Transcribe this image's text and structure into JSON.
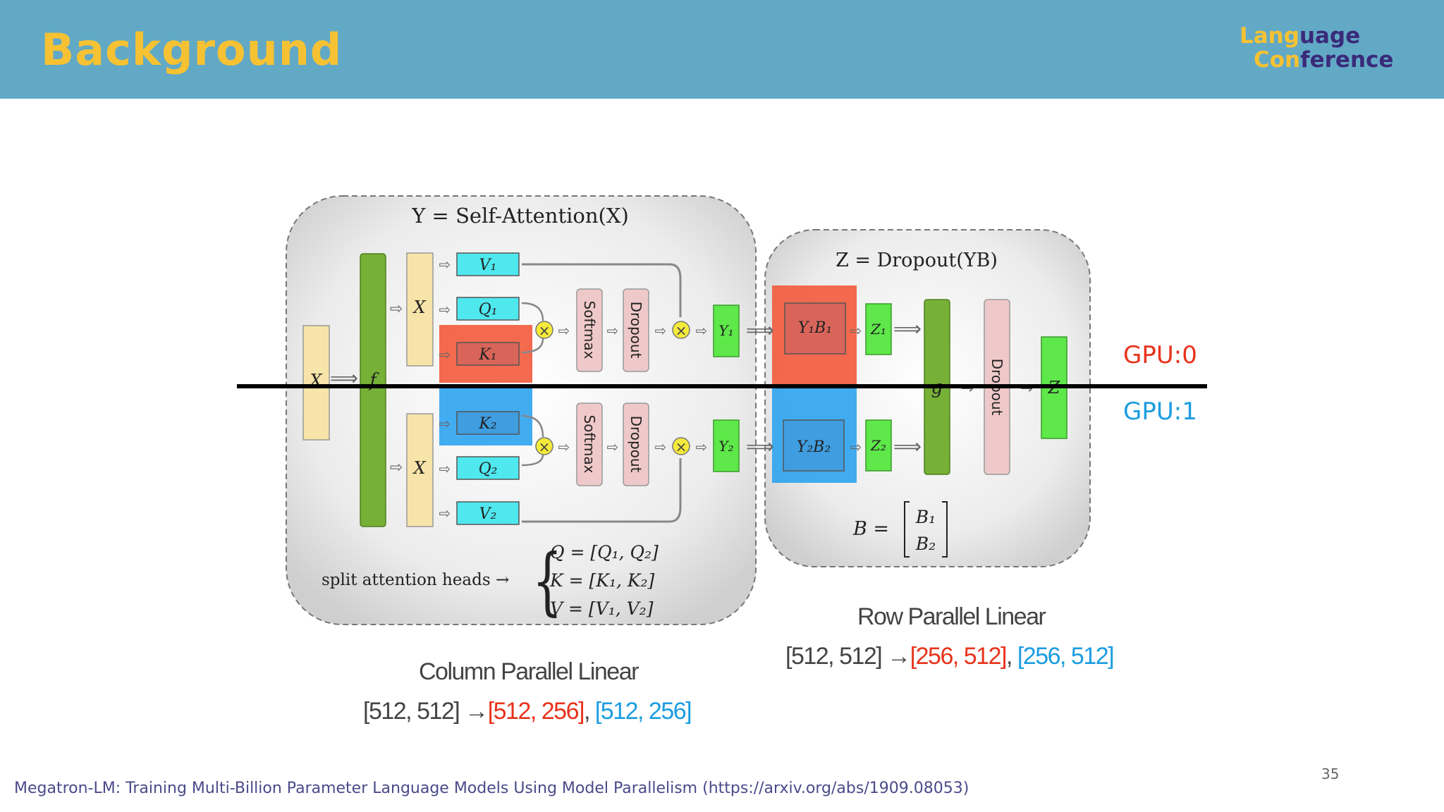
{
  "header": {
    "title": "Background",
    "logo_line1_a": "Lang",
    "logo_line1_b": "uage",
    "logo_line2_a": "Con",
    "logo_line2_b": "ference"
  },
  "diagram": {
    "left_box_title": "Y = Self-Attention(X)",
    "right_box_title": "Z = Dropout(YB)",
    "x_input": "X",
    "f_label": "f",
    "g_label": "g",
    "z_output": "Z",
    "x_top": "X",
    "x_bottom": "X",
    "v1": "V₁",
    "q1": "Q₁",
    "k1": "K₁",
    "k2": "K₂",
    "q2": "Q₂",
    "v2": "V₂",
    "softmax": "Softmax",
    "dropout": "Dropout",
    "y1": "Y₁",
    "y2": "Y₂",
    "y1b1": "Y₁B₁",
    "y2b2": "Y₂B₂",
    "z1": "Z₁",
    "z2": "Z₂",
    "split_text": "split attention heads →",
    "q_eq": "Q = [Q₁, Q₂]",
    "k_eq": "K = [K₁, K₂]",
    "v_eq": "V = [V₁, V₂]",
    "b_lhs": "B =",
    "b1": "B₁",
    "b2": "B₂"
  },
  "gpu": {
    "gpu0": "GPU:0",
    "gpu1": "GPU:1"
  },
  "column": {
    "title": "Column Parallel Linear",
    "from": "[512, 512] →",
    "to_a": "[512, 256]",
    "sep": ",",
    "to_b": "[512, 256]"
  },
  "row": {
    "title": "Row Parallel Linear",
    "from": "[512, 512] →",
    "to_a": "[256, 512]",
    "sep": ",",
    "to_b": "[256, 512]"
  },
  "footer": {
    "citation": "Megatron-LM: Training Multi-Billion Parameter Language Models Using Model Parallelism (https://arxiv.org/abs/1909.08053)",
    "page": "35"
  },
  "colors": {
    "header_bg": "#62a9c6",
    "title": "#f6c233",
    "gpu0": "#e8331c",
    "gpu1": "#1a9de0",
    "green": "#77b036",
    "bright_green": "#5ee84a",
    "cyan": "#4fe8ef",
    "pink": "#efc9c9",
    "cream": "#f7e4a8"
  }
}
